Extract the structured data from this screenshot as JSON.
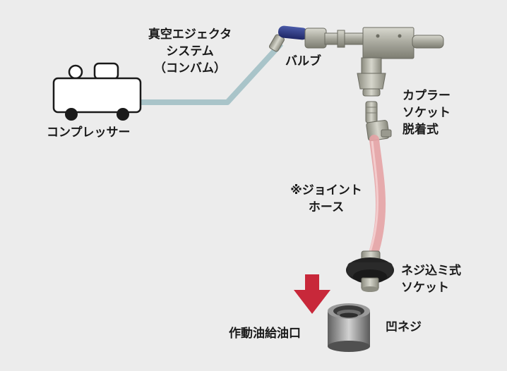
{
  "labels": {
    "vacuum_ejector": [
      "真空エジェクタ",
      "システム",
      "（コンバム）"
    ],
    "compressor": "コンプレッサー",
    "valve": "バルブ",
    "coupler_socket": [
      "カプラー",
      "ソケット",
      "脱着式"
    ],
    "joint_hose": [
      "※ジョイント",
      "ホース"
    ],
    "screw_socket": [
      "ネジ込ミ式",
      "ソケット"
    ],
    "fill_port": "作動油給油口",
    "female_thread": "凹ネジ"
  },
  "colors": {
    "background": "#ececec",
    "vacuum_line": "#a9c4c9",
    "arrow": "#c8283a",
    "hose": "#e6a3a5",
    "valve_handle": "#2e3a86",
    "metal": "#b9b9b0",
    "compressor_body": "#ffffff",
    "outline": "#1a1a1a"
  },
  "icons": {
    "compressor": "compressor-icon",
    "valve": "valve-icon",
    "coupler": "coupler-icon",
    "hose": "hose-icon",
    "socket": "screw-socket-icon",
    "arrow": "down-arrow-icon",
    "nut": "female-thread-nut-icon"
  }
}
